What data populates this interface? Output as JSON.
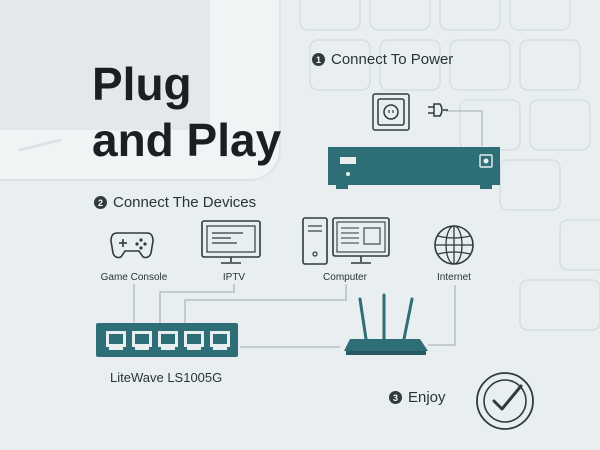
{
  "headline": {
    "line1": "Plug",
    "line2": "and Play"
  },
  "steps": [
    {
      "number": "1",
      "label": "Connect To Power"
    },
    {
      "number": "2",
      "label": "Connect The Devices"
    },
    {
      "number": "3",
      "label": "Enjoy"
    }
  ],
  "devices": {
    "game_console": "Game Console",
    "iptv": "IPTV",
    "computer": "Computer",
    "internet": "Internet"
  },
  "switch_model": "LiteWave LS1005G",
  "colors": {
    "teal": "#2e6e76",
    "line": "#aeb8bb",
    "background": "#e9eef0",
    "text": "#1c1f21"
  },
  "icons": [
    "power-outlet-icon",
    "power-plug-icon",
    "power-switch-device-icon",
    "game-controller-icon",
    "tv-icon",
    "desktop-computer-icon",
    "globe-icon",
    "network-switch-icon",
    "wifi-router-icon",
    "checkmark-badge-icon"
  ]
}
